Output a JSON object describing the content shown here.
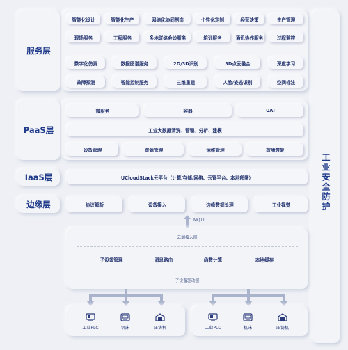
{
  "layers": {
    "service": "服务层",
    "paas": "PaaS层",
    "iaas": "IaaS层",
    "edge": "边缘层"
  },
  "side_title": "工业安全防护",
  "service": {
    "row1": [
      "智能化设计",
      "智能化生产",
      "网络化协同制造",
      "个性化定制",
      "经营决策",
      "生产管理"
    ],
    "row2": [
      "现场服务",
      "工程服务",
      "多地联络会诊服务",
      "培训服务",
      "通讯协作服务",
      "过程监控"
    ],
    "row3": [
      "数字化仿真",
      "数据图谱服务",
      "2D/3D识别",
      "3D点云融合",
      "深度学习"
    ],
    "row4": [
      "故障预测",
      "智能控制服务",
      "三维重建",
      "人脸/姿态识别",
      "空间标注"
    ]
  },
  "paas": {
    "row1": [
      "微服务",
      "容器",
      "UAI"
    ],
    "row2": "工业大数据清洗、管理、分析、建模",
    "row3": [
      "设备管理",
      "资源管理",
      "运维管理",
      "故障恢复"
    ]
  },
  "iaas": {
    "row1": "UCloudStack云平台（计算/存储/网络、云管平台、本地部署）"
  },
  "edge": {
    "row1": [
      "协议解析",
      "设备接入",
      "边缘数据处理",
      "工业视觉"
    ]
  },
  "mqtt": "MQTT",
  "gateway": {
    "top": "云端接入层",
    "items": [
      "子设备管理",
      "消息路由",
      "函数计算",
      "本地缓存"
    ],
    "bottom": "子设备驱动层"
  },
  "devices": {
    "left": [
      "工业PLC",
      "机床",
      "压铸机"
    ],
    "right": [
      "工业PLC",
      "机床",
      "压铸机"
    ]
  },
  "colors": {
    "accent": "#1f3a8a",
    "background": "#eef0f5",
    "arrow": "#a9b3cc"
  }
}
